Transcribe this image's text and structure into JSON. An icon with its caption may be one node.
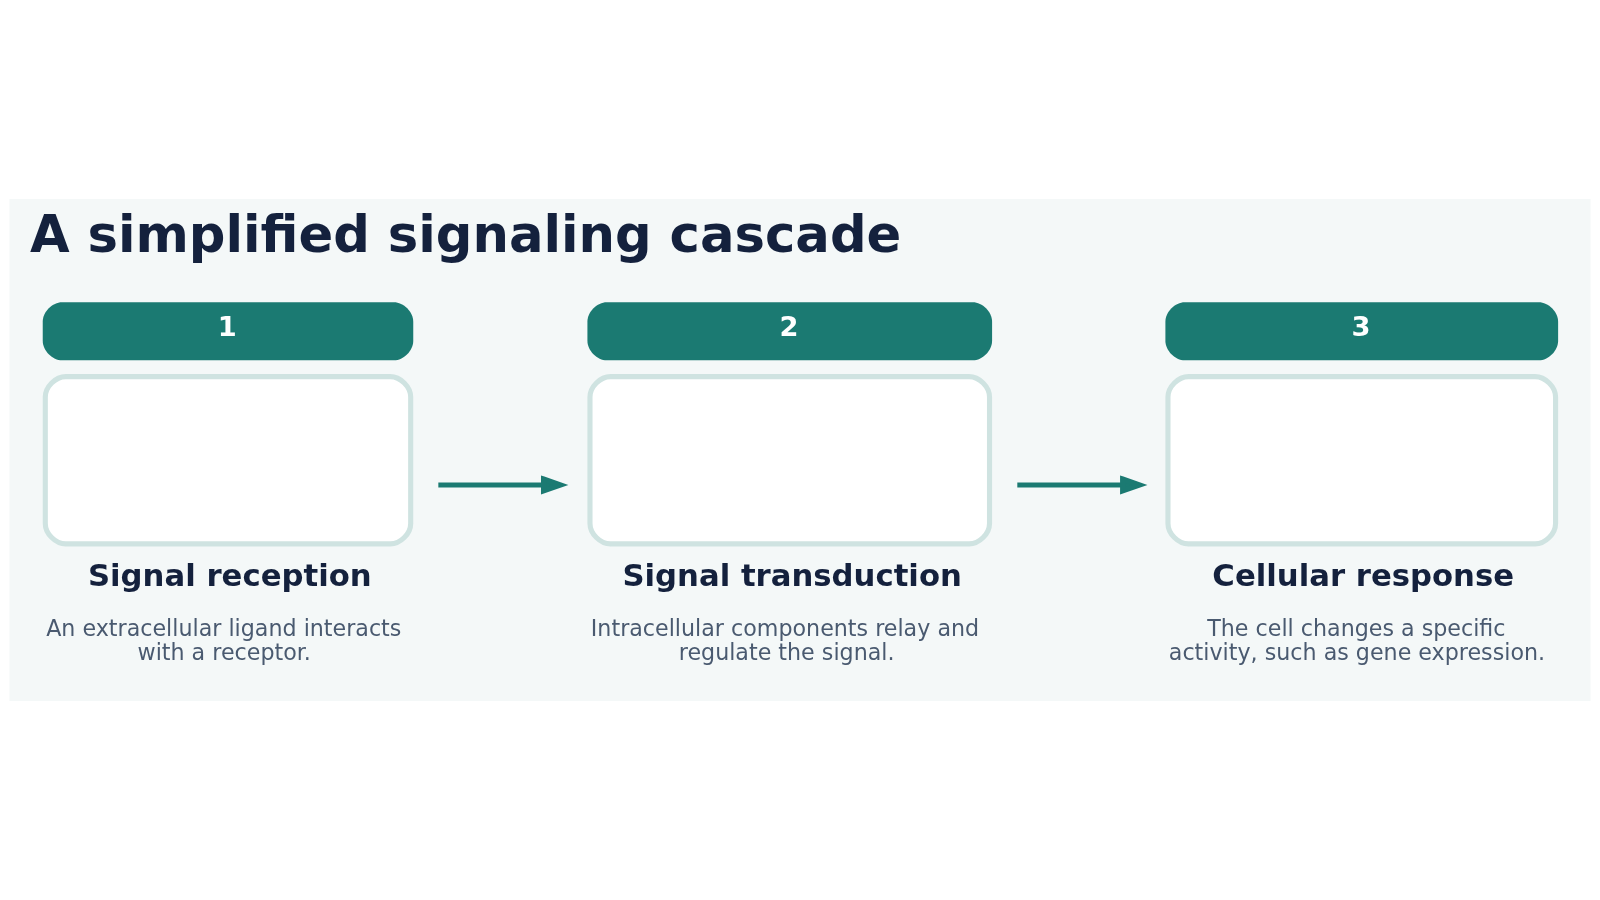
{
  "diagram": {
    "title": "A simplified signaling cascade",
    "nodes": [
      {
        "text": [
          "Signal reception",
          "An extracellular ligand interacts with a receptor."
        ],
        "beside": [
          "1"
        ]
      },
      {
        "text": [
          "Signal transduction",
          "Intracellular components relay and regulate the signal."
        ],
        "beside": [
          "2"
        ]
      },
      {
        "text": [
          "Cellular response",
          "The cell changes a specific activity, such as gene expression."
        ],
        "beside": [
          "3"
        ]
      }
    ],
    "edges": [
      {
        "from": 0,
        "to": 1,
        "arrow": "to"
      },
      {
        "from": 1,
        "to": 2,
        "arrow": "to"
      }
    ]
  }
}
